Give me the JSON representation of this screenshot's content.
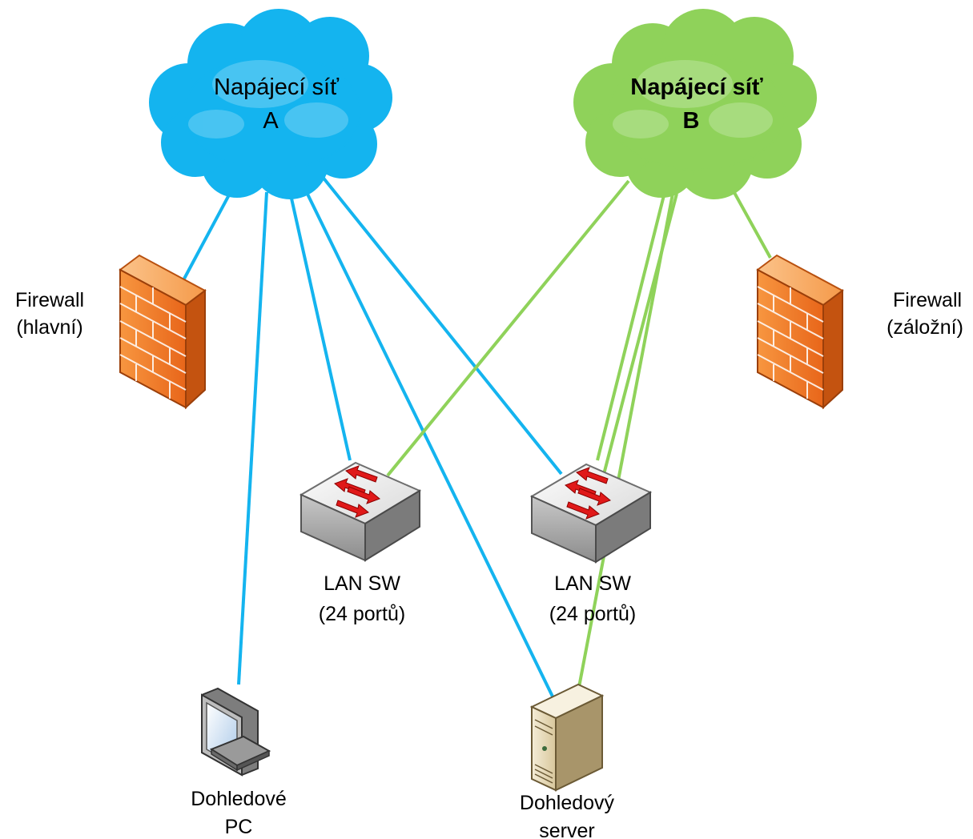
{
  "colors": {
    "network_a": "#14b4ef",
    "network_b": "#8fd25a",
    "firewall": "#f07a22",
    "background": "#ffffff"
  },
  "cloud_a": {
    "icon": "cloud-icon",
    "label_line1": "Napájecí síť",
    "label_line2": "A"
  },
  "cloud_b": {
    "icon": "cloud-icon",
    "label_line1": "Napájecí síť",
    "label_line2": "B"
  },
  "firewall_main": {
    "icon": "firewall-icon",
    "label_line1": "Firewall",
    "label_line2": "(hlavní)"
  },
  "firewall_backup": {
    "icon": "firewall-icon",
    "label_line1": "Firewall",
    "label_line2": "(záložní)"
  },
  "switch_1": {
    "icon": "switch-icon",
    "label_line1": "LAN SW",
    "label_line2": "(24 portů)"
  },
  "switch_2": {
    "icon": "switch-icon",
    "label_line1": "LAN SW",
    "label_line2": "(24 portů)"
  },
  "monitor_pc": {
    "icon": "monitor-icon",
    "label_line1": "Dohledové",
    "label_line2": "PC"
  },
  "monitor_server": {
    "icon": "server-icon",
    "label_line1": "Dohledový",
    "label_line2": "server"
  },
  "links": [
    {
      "network": "A",
      "from": "cloud_a",
      "to": "firewall_main"
    },
    {
      "network": "A",
      "from": "cloud_a",
      "to": "monitor_pc"
    },
    {
      "network": "A",
      "from": "cloud_a",
      "to": "switch_1"
    },
    {
      "network": "A",
      "from": "cloud_a",
      "to": "monitor_server"
    },
    {
      "network": "A",
      "from": "cloud_a",
      "to": "switch_2"
    },
    {
      "network": "B",
      "from": "cloud_b",
      "to": "switch_1"
    },
    {
      "network": "B",
      "from": "cloud_b",
      "to": "switch_2"
    },
    {
      "network": "B",
      "from": "cloud_b",
      "to": "monitor_server"
    },
    {
      "network": "B",
      "from": "cloud_b",
      "to": "firewall_backup"
    }
  ]
}
